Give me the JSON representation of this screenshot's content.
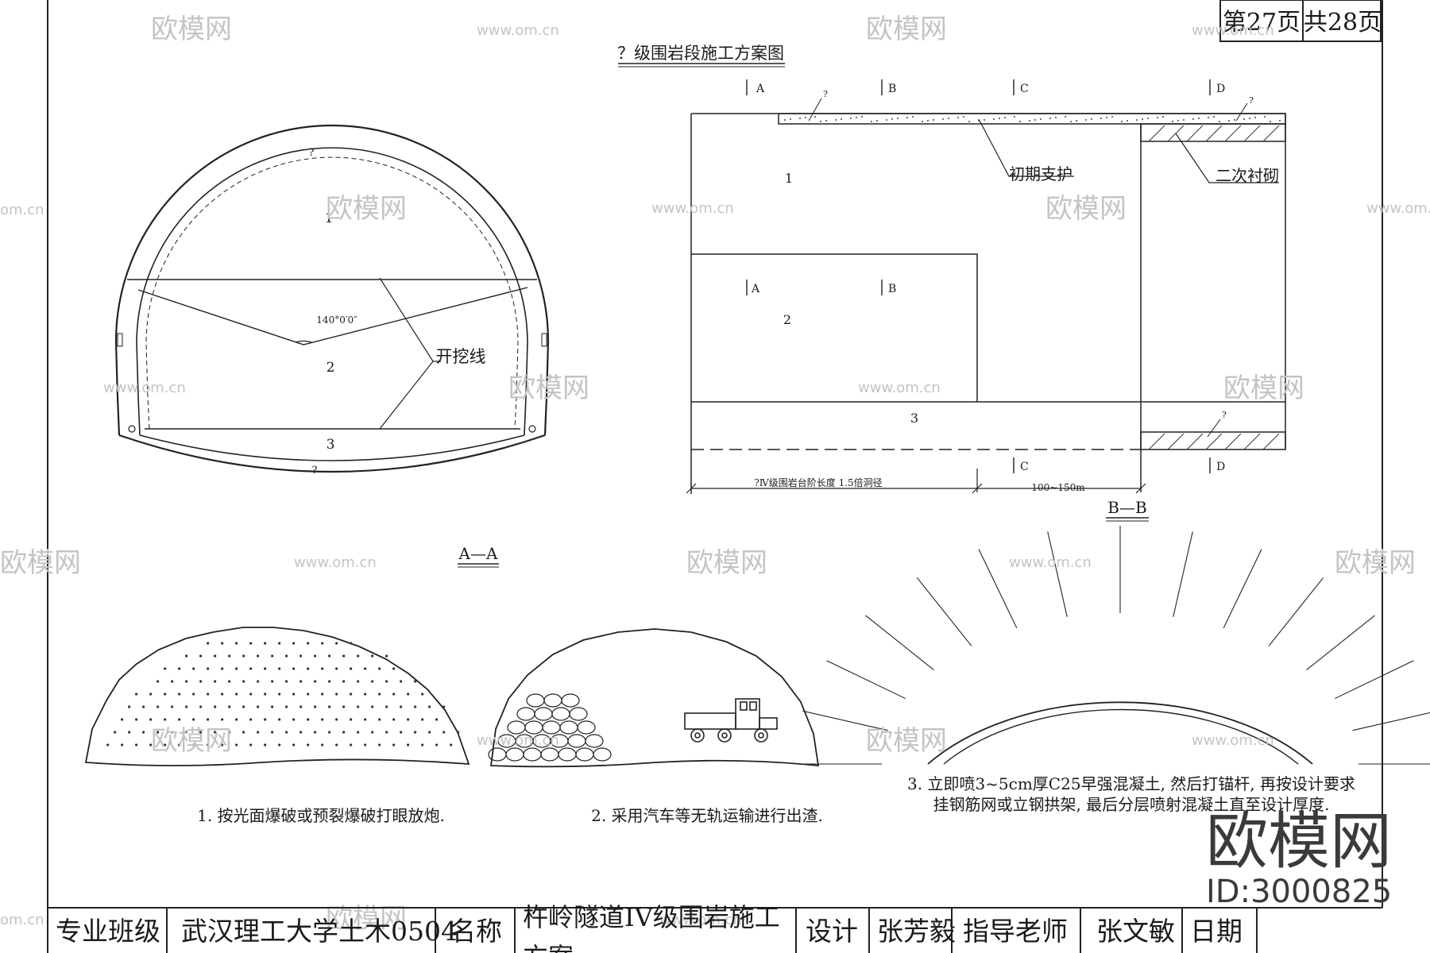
{
  "page": {
    "current": "第27页",
    "total": "共28页"
  },
  "title": "？级围岩段施工方案图",
  "section_aa": {
    "label": "A—A",
    "part_1": "1",
    "part_2": "2",
    "part_3": "3",
    "q_top": "?",
    "q_bottom": "?",
    "angle": "140°0′0″",
    "excavation_line": "开挖线"
  },
  "section_bb": {
    "label": "B—B",
    "markers": {
      "a": "A",
      "b": "B",
      "c": "C",
      "d": "D"
    },
    "part_1": "1",
    "part_2": "2",
    "part_3": "3",
    "q": "?",
    "initial_support": "初期支护",
    "secondary_lining": "二次衬砌",
    "dim_bench": "?Ⅳ级围岩台阶长度 1.5倍洞径",
    "dim_range": "100~150m"
  },
  "steps": [
    "1. 按光面爆破或预裂爆破打眼放炮.",
    "2. 采用汽车等无轨运输进行出渣.",
    "3. 立即喷3~5cm厚C25早强混凝土, 然后打锚杆, 再按设计要求",
    "挂钢筋网或立钢拱架, 最后分层喷射混凝土直至设计厚度."
  ],
  "watermark": {
    "brand": "欧模网",
    "site": "www.om.cn",
    "partial_site": "om.cn",
    "big": "欧模网",
    "id": "ID:3000825"
  },
  "title_block": {
    "class_label": "专业班级",
    "class_value": "武汉理工大学土木0504",
    "name_label": "名称",
    "name_value": "杵岭隧道IV级围岩施工方案",
    "design_label": "设计",
    "designer": "张芳毅",
    "advisor_label": "指导老师",
    "advisor": "张文敏",
    "date_label": "日期"
  }
}
